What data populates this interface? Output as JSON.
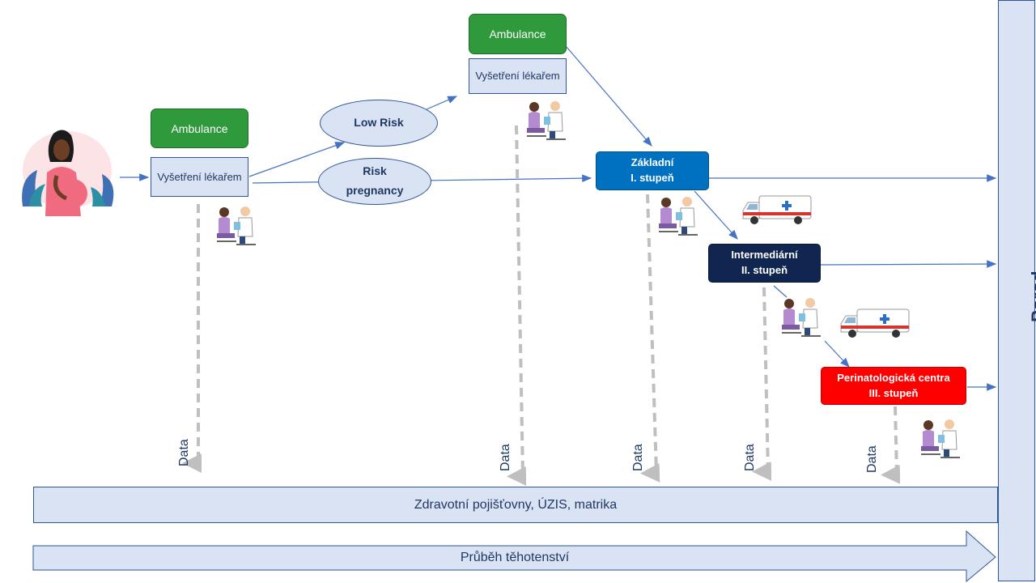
{
  "diagram": {
    "ambulance_label": "Ambulance",
    "exam_label": "Vyšetření lékařem",
    "low_risk": "Low Risk",
    "risk_pregnancy": "Risk pregnancy",
    "level1": {
      "line1": "Základní",
      "line2": "I. stupeň"
    },
    "level2": {
      "line1": "Intermediární",
      "line2": "II. stupeň"
    },
    "level3": {
      "line1": "Perinatologická centra",
      "line2": "III. stupeň"
    },
    "data_label": "Data",
    "insurers_band": "Zdravotní pojišťovny, ÚZIS, matrika",
    "pregnancy_band": "Průběh těhotenství",
    "birth_label": "Porod",
    "colors": {
      "green": "#2f9a3c",
      "level1": "#0070c0",
      "level2": "#10254f",
      "level3": "#ff0000",
      "light": "#dae3f3",
      "arrow": "#4472c4"
    },
    "icons": [
      "pregnant-woman-icon",
      "doctor-patient-icon",
      "ambulance-icon"
    ]
  }
}
